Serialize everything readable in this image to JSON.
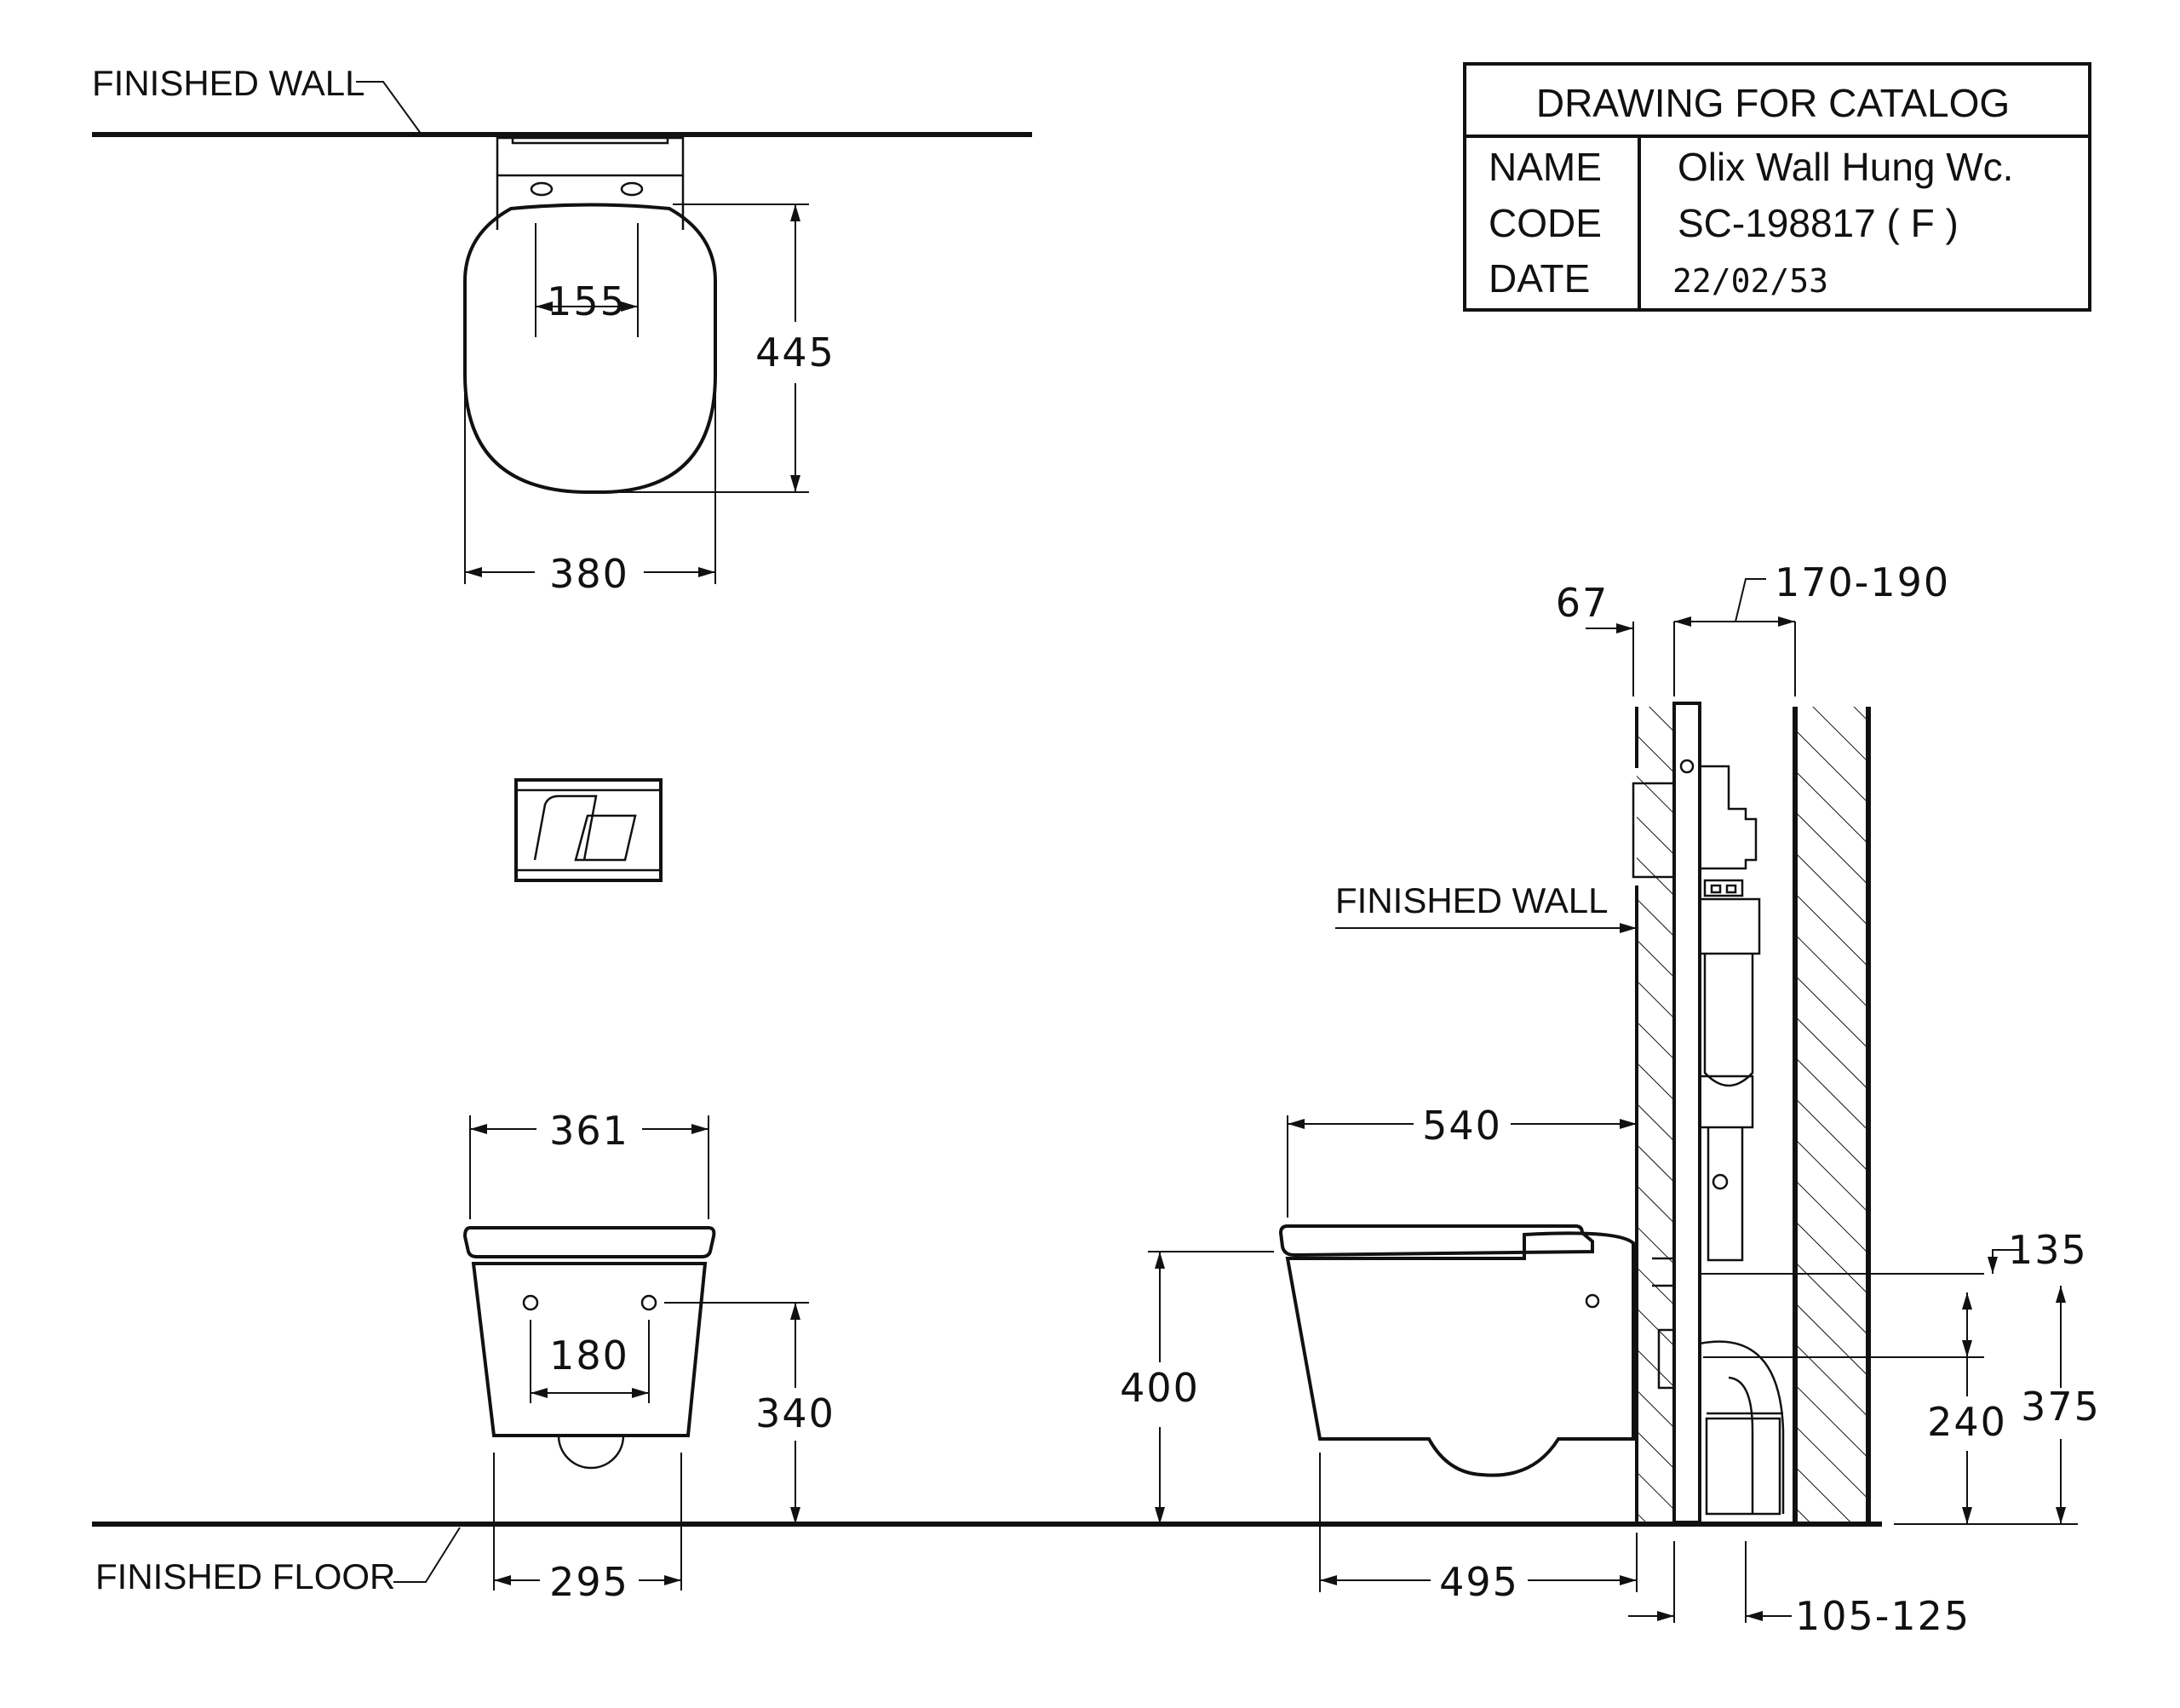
{
  "labels": {
    "finished_wall_top": "FINISHED WALL",
    "finished_wall_side": "FINISHED WALL",
    "finished_floor": "FINISHED FLOOR"
  },
  "title_block": {
    "heading": "DRAWING FOR CATALOG",
    "rows": [
      {
        "key": "NAME",
        "value": "Olix Wall Hung Wc."
      },
      {
        "key": "CODE",
        "value": "SC-198817 ( F )"
      },
      {
        "key": "DATE",
        "value": "22/02/53"
      }
    ]
  },
  "dimensions": {
    "top_inner_width": "155",
    "top_depth": "445",
    "top_width": "380",
    "front_seat_width": "361",
    "front_bolt_spacing": "180",
    "front_bolt_height": "340",
    "front_base_width": "295",
    "side_length": "540",
    "side_rim_height": "400",
    "side_base_length": "495",
    "wall_finish": "67",
    "frame_depth": "170-190",
    "inlet_height_offset": "135",
    "outlet_height": "240",
    "inlet_height": "375",
    "outlet_depth": "105-125"
  }
}
